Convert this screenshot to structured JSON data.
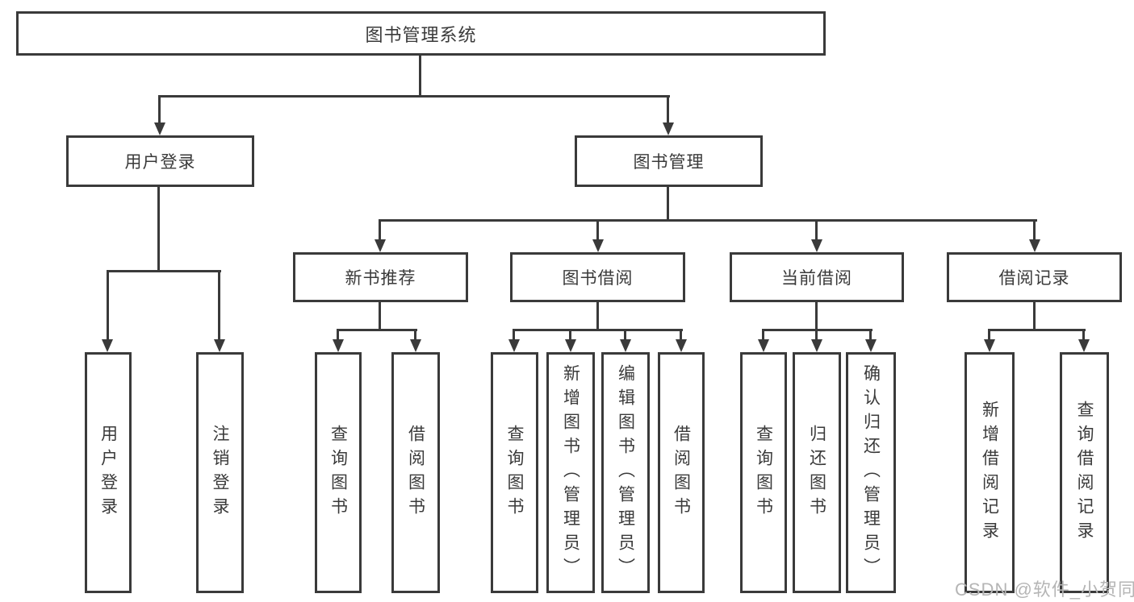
{
  "colors": {
    "line": "#3a3a3a",
    "text": "#3a3a3a",
    "watermark": "#b5b5b5",
    "background": "#ffffff"
  },
  "nodes": {
    "root": {
      "label": "图书管理系统"
    },
    "user_login": {
      "label": "用户登录"
    },
    "book_mgmt": {
      "label": "图书管理"
    },
    "new_book_rec": {
      "label": "新书推荐"
    },
    "book_borrow": {
      "label": "图书借阅"
    },
    "current_borrow": {
      "label": "当前借阅"
    },
    "borrow_record": {
      "label": "借阅记录"
    },
    "user_login_leaf": {
      "label": "用户登录"
    },
    "logout_leaf": {
      "label": "注销登录"
    },
    "nbr_query": {
      "label": "查询图书"
    },
    "nbr_borrow": {
      "label": "借阅图书"
    },
    "bb_query": {
      "label": "查询图书"
    },
    "bb_add": {
      "label": "新增图书（管理员）"
    },
    "bb_edit": {
      "label": "编辑图书（管理员）"
    },
    "bb_borrow": {
      "label": "借阅图书"
    },
    "cb_query": {
      "label": "查询图书"
    },
    "cb_return": {
      "label": "归还图书"
    },
    "cb_confirm": {
      "label": "确认归还（管理员）"
    },
    "br_add": {
      "label": "新增借阅记录"
    },
    "br_query": {
      "label": "查询借阅记录"
    }
  },
  "watermark": {
    "text": "CSDN @软件_小贺同学"
  }
}
